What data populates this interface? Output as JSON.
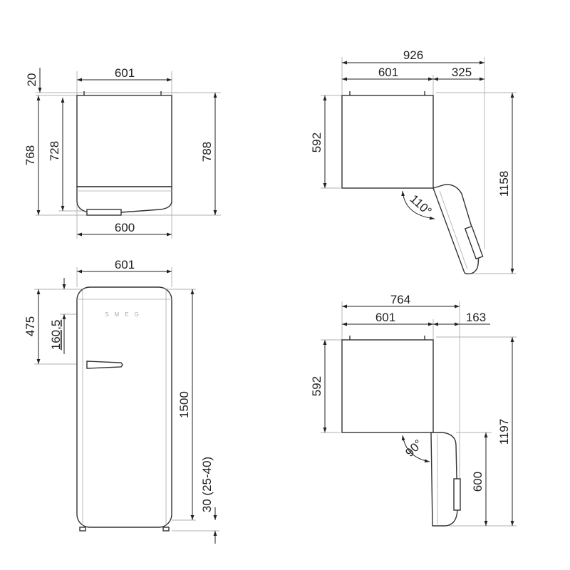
{
  "top_view_closed": {
    "width_top": "601",
    "hinge_offset": "20",
    "depth_768": "768",
    "depth_728": "728",
    "depth_788": "788",
    "width_bottom": "600"
  },
  "front_view": {
    "width": "601",
    "handle_height": "475",
    "logo_offset": "160,5",
    "height": "1500",
    "feet": "30 (25-40)",
    "logo": "SMEG"
  },
  "top_view_open_110": {
    "total_width": "926",
    "body_width": "601",
    "door_extra": "325",
    "depth": "592",
    "total_depth": "1158",
    "angle": "110°"
  },
  "top_view_open_90": {
    "total_width": "764",
    "body_width": "601",
    "door_extra": "163",
    "depth": "592",
    "total_depth": "1197",
    "door_depth": "600",
    "angle": "90°"
  }
}
